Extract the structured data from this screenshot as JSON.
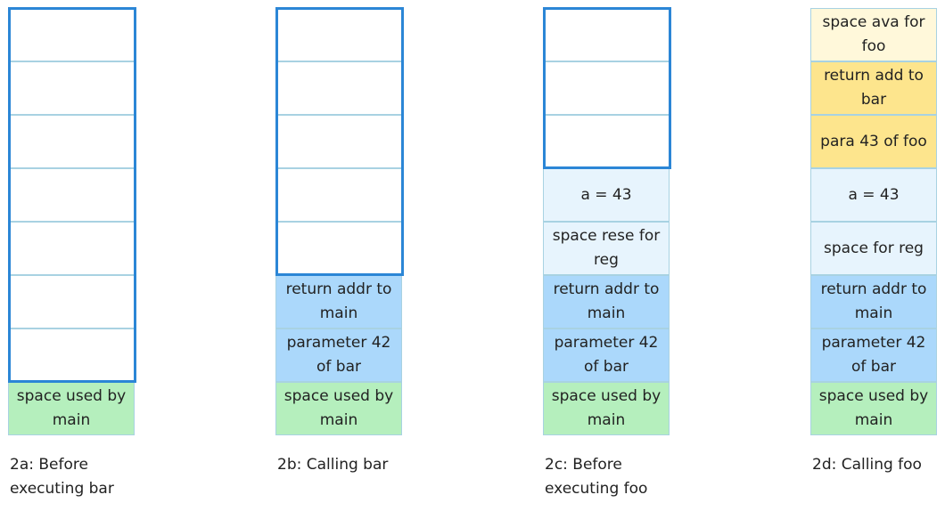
{
  "colors": {
    "empty": "#ffffff",
    "main": "#b5efbd",
    "bar_frame": "#abd8fb",
    "bar_locals": "#e7f4fd",
    "foo_frame": "#fde58d",
    "foo_space": "#fff8da",
    "free_space_border": "#2b86d6"
  },
  "stacks": [
    {
      "caption": "2a: Before\nexecuting bar",
      "empty_slots": 7,
      "cells": [
        {
          "text": "space used by\nmain",
          "kind": "main"
        }
      ]
    },
    {
      "caption": "2b: Calling bar",
      "empty_slots": 5,
      "cells": [
        {
          "text": "return addr to\nmain",
          "kind": "bar_frame"
        },
        {
          "text": "parameter 42\nof bar",
          "kind": "bar_frame"
        },
        {
          "text": "space used by\nmain",
          "kind": "main"
        }
      ]
    },
    {
      "caption": "2c: Before\nexecuting foo",
      "empty_slots": 3,
      "cells": [
        {
          "text": "a = 43",
          "kind": "bar_locals"
        },
        {
          "text": "space rese for\nreg",
          "kind": "bar_locals"
        },
        {
          "text": "return addr to\nmain",
          "kind": "bar_frame"
        },
        {
          "text": "parameter 42\nof bar",
          "kind": "bar_frame"
        },
        {
          "text": "space used by\nmain",
          "kind": "main"
        }
      ]
    },
    {
      "caption": "2d: Calling foo",
      "empty_slots": 0,
      "cells": [
        {
          "text": "space ava for\nfoo",
          "kind": "foo_space"
        },
        {
          "text": "return add to\nbar",
          "kind": "foo_frame"
        },
        {
          "text": "para 43 of foo",
          "kind": "foo_frame"
        },
        {
          "text": "a = 43",
          "kind": "bar_locals"
        },
        {
          "text": "space for reg",
          "kind": "bar_locals"
        },
        {
          "text": "return addr to\nmain",
          "kind": "bar_frame"
        },
        {
          "text": "parameter 42\nof bar",
          "kind": "bar_frame"
        },
        {
          "text": "space used by\nmain",
          "kind": "main"
        }
      ]
    }
  ]
}
